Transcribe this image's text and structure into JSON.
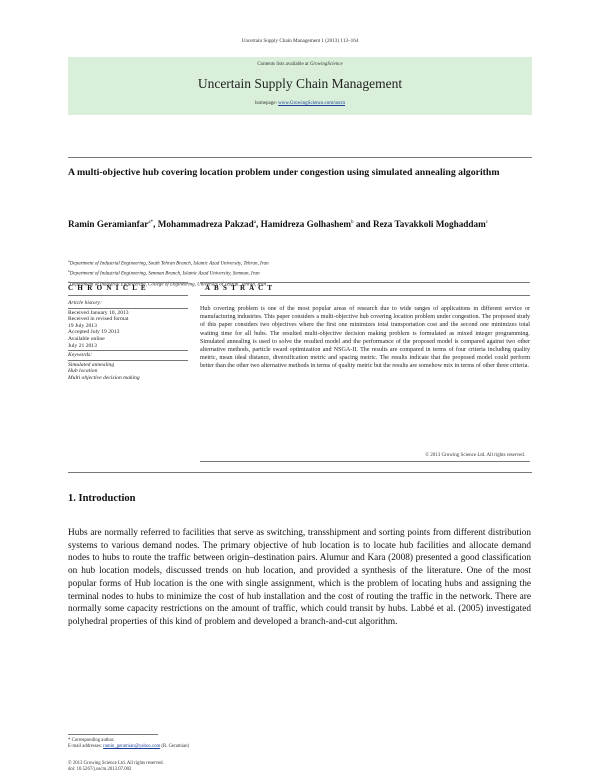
{
  "running_head": "Uncertain Supply Chain Management 1 (2013) 113–164",
  "banner": {
    "contents_prefix": "Contents lists available at ",
    "contents_publisher": "GrowingScience",
    "journal_title": "Uncertain Supply Chain Management",
    "homepage_label": "homepage: ",
    "homepage_url": "www.GrowingScience.com/uscm"
  },
  "article": {
    "title": "A multi-objective hub covering location problem under congestion using simulated annealing algorithm",
    "authors": [
      {
        "name": "Ramin Geramianfar",
        "sup": "a*",
        "sep": ", "
      },
      {
        "name": "Mohammadreza Pakzad",
        "sup": "a",
        "sep": ", "
      },
      {
        "name": "Hamidreza Golhashem",
        "sup": "b",
        "sep": " and  "
      },
      {
        "name": "Reza Tavakkoli Moghaddam",
        "sup": "c",
        "sep": ""
      }
    ],
    "affiliations": [
      {
        "sup": "a",
        "text": "Department of Industrial Engineering, South Tehran Branch, Islamic Azad University, Tehran, Iran"
      },
      {
        "sup": "b",
        "text": "Department of Industrial Engineering, Semnan Branch, Islamic Azad University, Semnan, Iran"
      },
      {
        "sup": "c",
        "text": "Department of Industrial Engineering, College of Engineering, University of Tehran, Tehran, Iran"
      }
    ]
  },
  "chronicle": {
    "heading": "C H R O N I C L E",
    "history_label": "Article history:",
    "history": [
      "Received  January  10, 2013",
      "Received in revised format",
      "19 July 2013",
      "Accepted July 19 2013",
      "Available online",
      "July 21  2013"
    ],
    "keywords_label": "Keywords:",
    "keywords": [
      "Simulated annealing",
      "Hub location",
      "Multi objective decision making"
    ]
  },
  "abstract": {
    "heading": "A B S T R A C T",
    "text": "Hub covering problem is one of the most popular areas of research due to wide ranges of applications in different service or manufacturing industries. This paper considers a multi-objective hub covering location problem under congestion. The proposed study of this paper considers two objectives where the first one minimizes total transportation cost and the second one minimizes total waiting time for all hubs. The resulted multi-objective decision making problem is formulated as mixed integer programming. Simulated annealing is used to solve the resulted model and the performance of the proposed model is compared against two other alternative methods, particle sward optimization and NSGA-II. The results are compared in terms of four criteria including quality metric, mean ideal distance, diversification metric and spacing metric. The results indicate that the proposed model could perform better than the other two alternative methods in terms of quality metric but the results are somehow mix in terms of other three criteria.",
    "copyright": "© 2013 Growing Science Ltd.  All rights reserved."
  },
  "introduction": {
    "heading": "1. Introduction",
    "paragraph": "Hubs are normally referred to facilities that serve as switching, transshipment and sorting points from different distribution systems to various demand nodes. The primary objective of hub location is to locate hub facilities and allocate demand nodes to hubs to route the traffic between origin–destination pairs. Alumur and Kara (2008) presented a good classification on hub location models, discussed trends on hub location, and provided a synthesis of the literature. One of the most popular forms of Hub location is the one with single assignment, which is the problem of locating hubs and assigning the terminal nodes to hubs to minimize the cost of hub installation and the cost of routing the traffic in the network. There are normally some capacity restrictions on the amount of traffic, which could transit by hubs. Labbé et al. (2005) investigated polyhedral properties of this kind of problem and developed a branch-and-cut algorithm."
  },
  "footnotes": {
    "corresponding": "* Corresponding author.",
    "email_prefix": "E-mail addresses: ",
    "email": "ramin_geramian@yahoo.com",
    "email_suffix": " (R. Geramian)"
  },
  "bottom": {
    "copyright": "© 2013 Growing Science Ltd. All rights reserved.",
    "doi": "doi: 10.5267/j.uscm.2013.07.002"
  }
}
